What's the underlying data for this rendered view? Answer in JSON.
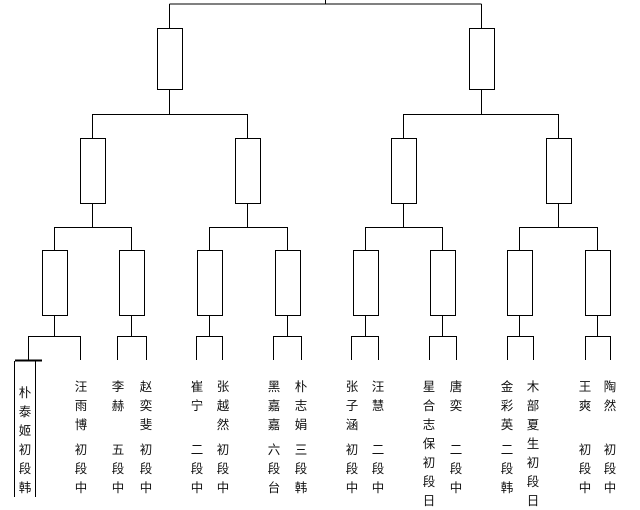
{
  "players": [
    {
      "name": "朴泰姬",
      "rank": "初段",
      "country": "韩"
    },
    {
      "name": "汪雨博",
      "rank": "初段",
      "country": "中"
    },
    {
      "name": "李 赫",
      "rank": "五段",
      "country": "中"
    },
    {
      "name": "赵奕斐",
      "rank": "初段",
      "country": "中"
    },
    {
      "name": "崔 宁",
      "rank": "二段",
      "country": "中"
    },
    {
      "name": "张越然",
      "rank": "初段",
      "country": "中"
    },
    {
      "name": "黑嘉嘉",
      "rank": "六段",
      "country": "台"
    },
    {
      "name": "朴志娟",
      "rank": "三段",
      "country": "韩"
    },
    {
      "name": "张子涵",
      "rank": "初段",
      "country": "中"
    },
    {
      "name": "汪 慧",
      "rank": "二段",
      "country": "中"
    },
    {
      "name": "星合志保",
      "rank": "初段",
      "country": "日"
    },
    {
      "name": "唐 奕",
      "rank": "二段",
      "country": "中"
    },
    {
      "name": "金彩英",
      "rank": "二段",
      "country": "韩"
    },
    {
      "name": "木部夏生",
      "rank": "初段",
      "country": "日"
    },
    {
      "name": "王 爽",
      "rank": "初段",
      "country": "中"
    },
    {
      "name": "陶 然",
      "rank": "初段",
      "country": "中"
    }
  ]
}
